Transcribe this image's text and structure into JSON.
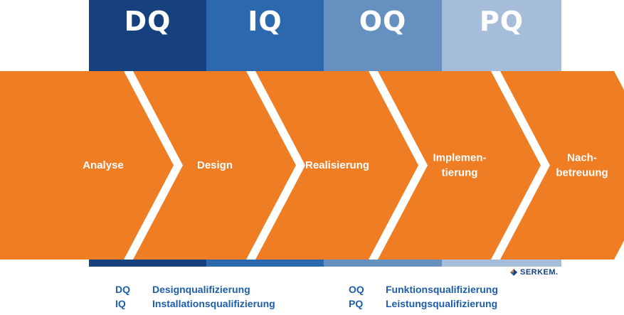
{
  "phases": [
    {
      "code": "DQ",
      "color": "#16407e"
    },
    {
      "code": "IQ",
      "color": "#2b68ad"
    },
    {
      "code": "OQ",
      "color": "#6690c0"
    },
    {
      "code": "PQ",
      "color": "#a6bdd9"
    }
  ],
  "steps": [
    {
      "label": "Analyse"
    },
    {
      "label": "Design"
    },
    {
      "label": "Realisierung"
    },
    {
      "label": "Implemen-\ntierung"
    },
    {
      "label": "Nach-\nbetreuung"
    }
  ],
  "colors": {
    "arrow": "#ee7d23",
    "legend_text": "#1d5da9",
    "background": "#ffffff"
  },
  "legend": {
    "items": [
      {
        "abbr": "DQ",
        "definition": "Designqualifizierung"
      },
      {
        "abbr": "IQ",
        "definition": "Installationsqualifizierung"
      },
      {
        "abbr": "OQ",
        "definition": "Funktionsqualifizierung"
      },
      {
        "abbr": "PQ",
        "definition": "Leistungsqualifizierung"
      }
    ]
  },
  "logo": {
    "text": "SERKEM."
  }
}
